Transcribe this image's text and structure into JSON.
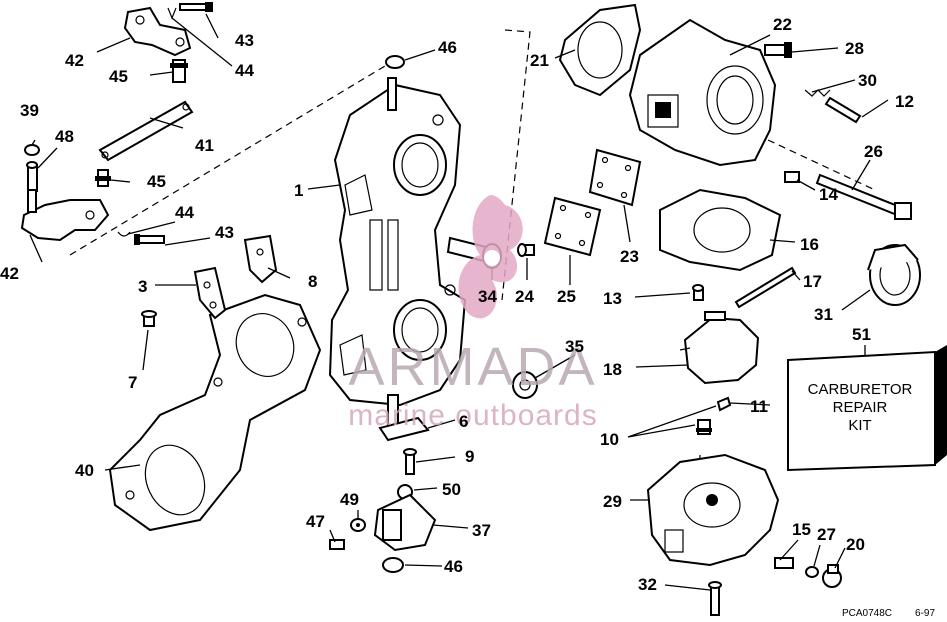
{
  "labels": {
    "l1": "1",
    "l3": "3",
    "l6": "6",
    "l7": "7",
    "l8": "8",
    "l9": "9",
    "l10": "10",
    "l11": "11",
    "l12": "12",
    "l13": "13",
    "l14": "14",
    "l15": "15",
    "l16": "16",
    "l17": "17",
    "l18": "18",
    "l20": "20",
    "l21": "21",
    "l22": "22",
    "l23": "23",
    "l24": "24",
    "l25": "25",
    "l26": "26",
    "l27": "27",
    "l28": "28",
    "l29": "29",
    "l30": "30",
    "l31": "31",
    "l32": "32",
    "l34": "34",
    "l35": "35",
    "l37": "37",
    "l39": "39",
    "l40": "40",
    "l41": "41",
    "l42a": "42",
    "l42b": "42",
    "l43a": "43",
    "l43b": "43",
    "l44a": "44",
    "l44b": "44",
    "l45a": "45",
    "l45b": "45",
    "l46a": "46",
    "l46b": "46",
    "l47": "47",
    "l48": "48",
    "l49": "49",
    "l50": "50",
    "l51": "51"
  },
  "kit_box": {
    "line1": "CARBURETOR",
    "line2": "REPAIR",
    "line3": "KIT"
  },
  "watermark": {
    "brand": "ARMADA",
    "tagline": "marine outboards"
  },
  "footer": {
    "code": "PCA0748C",
    "date": "6-97"
  },
  "colors": {
    "ink": "#000000",
    "watermark_logo": "#e3a9c6",
    "watermark_text": "#b9a9b2"
  }
}
